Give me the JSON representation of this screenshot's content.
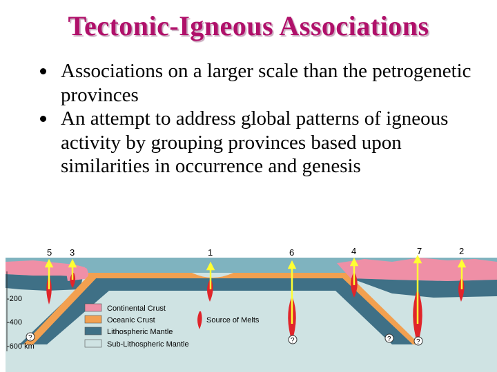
{
  "title": "Tectonic-Igneous Associations",
  "bullets": [
    "Associations on a larger scale than the petrogenetic provinces",
    "An attempt to address global patterns of igneous activity by grouping provinces based upon similarities in occurrence and genesis"
  ],
  "diagram": {
    "site_numbers": [
      "5",
      "3",
      "1",
      "6",
      "4",
      "7",
      "2"
    ],
    "depth_labels": [
      "-200",
      "-400",
      "-600 km"
    ],
    "legend": [
      {
        "label": "Continental Crust",
        "color": "#ef8fa6"
      },
      {
        "label": "Oceanic Crust",
        "color": "#f2a050"
      },
      {
        "label": "Lithospheric Mantle",
        "color": "#3f7086"
      },
      {
        "label": "Sub-Lithospheric Mantle",
        "color": "#cfe3e3"
      }
    ],
    "melt_legend": "Source of Melts",
    "question_mark": "?",
    "colors": {
      "ocean": "#7fb3bf",
      "continental_crust": "#ef8fa6",
      "oceanic_crust": "#f2a050",
      "lithospheric_mantle": "#3f7086",
      "sub_lithospheric_mantle": "#cfe3e3",
      "melt": "#e0242a",
      "arrow": "#ffff33"
    }
  }
}
